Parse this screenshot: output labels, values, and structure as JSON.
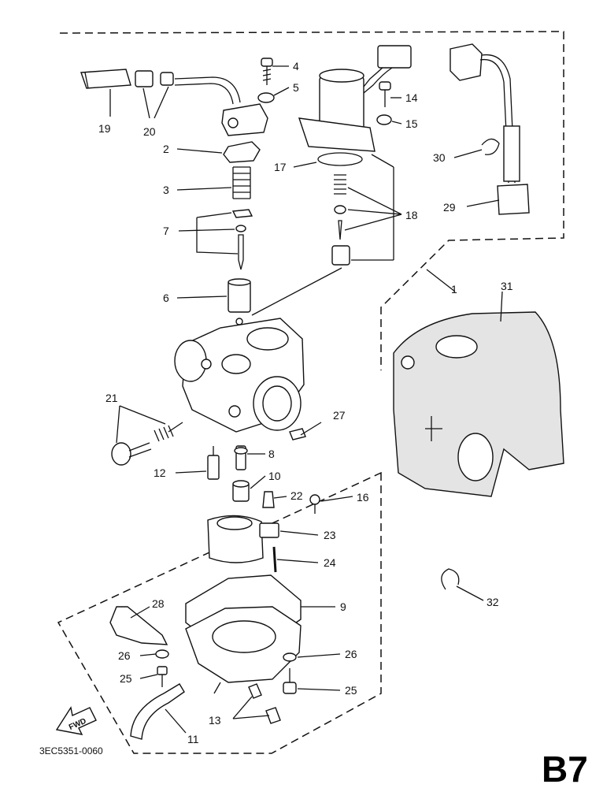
{
  "page_code": "B7",
  "drawing_number": "3EC5351-0060",
  "fwd_label": "FWD",
  "callouts": [
    {
      "id": "c1",
      "text": "1"
    },
    {
      "id": "c2",
      "text": "2"
    },
    {
      "id": "c3",
      "text": "3"
    },
    {
      "id": "c4",
      "text": "4"
    },
    {
      "id": "c5",
      "text": "5"
    },
    {
      "id": "c6",
      "text": "6"
    },
    {
      "id": "c7",
      "text": "7"
    },
    {
      "id": "c8",
      "text": "8"
    },
    {
      "id": "c9",
      "text": "9"
    },
    {
      "id": "c10",
      "text": "10"
    },
    {
      "id": "c11",
      "text": "11"
    },
    {
      "id": "c12",
      "text": "12"
    },
    {
      "id": "c13",
      "text": "13"
    },
    {
      "id": "c14",
      "text": "14"
    },
    {
      "id": "c15",
      "text": "15"
    },
    {
      "id": "c16",
      "text": "16"
    },
    {
      "id": "c17",
      "text": "17"
    },
    {
      "id": "c18",
      "text": "18"
    },
    {
      "id": "c19",
      "text": "19"
    },
    {
      "id": "c20",
      "text": "20"
    },
    {
      "id": "c21",
      "text": "21"
    },
    {
      "id": "c22",
      "text": "22"
    },
    {
      "id": "c23",
      "text": "23"
    },
    {
      "id": "c24",
      "text": "24"
    },
    {
      "id": "c25a",
      "text": "25"
    },
    {
      "id": "c25b",
      "text": "25"
    },
    {
      "id": "c26a",
      "text": "26"
    },
    {
      "id": "c26b",
      "text": "26"
    },
    {
      "id": "c27",
      "text": "27"
    },
    {
      "id": "c28",
      "text": "28"
    },
    {
      "id": "c29",
      "text": "29"
    },
    {
      "id": "c30",
      "text": "30"
    },
    {
      "id": "c31",
      "text": "31"
    },
    {
      "id": "c32",
      "text": "32"
    }
  ]
}
